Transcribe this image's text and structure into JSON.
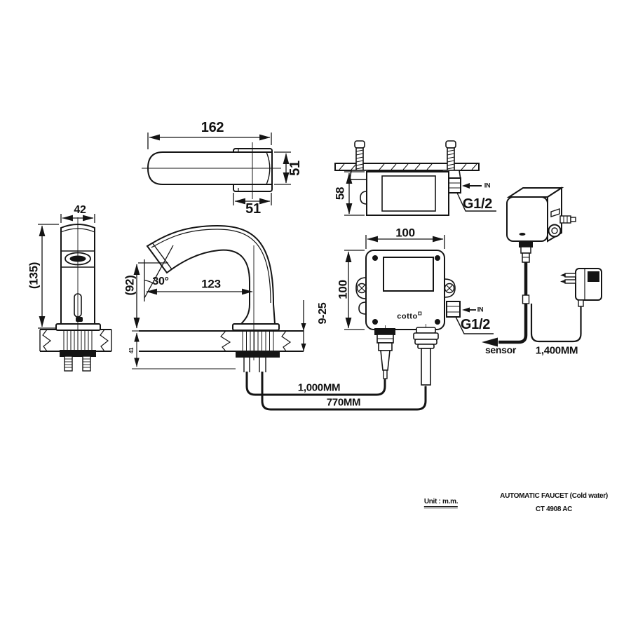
{
  "meta": {
    "title": "AUTOMATIC FAUCET (Cold water)",
    "model": "CT 4908 AC",
    "unit_note": "Unit : m.m."
  },
  "brand": {
    "logo": "cotto"
  },
  "common": {
    "in_label": "IN",
    "thread_label": "G1/2",
    "sensor_label": "sensor"
  },
  "dims": {
    "spout_length": "162",
    "spout_diameter": "51",
    "spout_base": "51",
    "body_width": "42",
    "body_height": "(135)",
    "outlet_angle": "30°",
    "reach": "123",
    "spout_height": "(92)",
    "under_deck": "41",
    "deck_thickness": "9-25",
    "box_side_height": "58",
    "box_width": "100",
    "box_height": "100",
    "sensor_cable": "1,000MM",
    "supply_hose": "770MM",
    "power_cable": "1,400MM"
  }
}
